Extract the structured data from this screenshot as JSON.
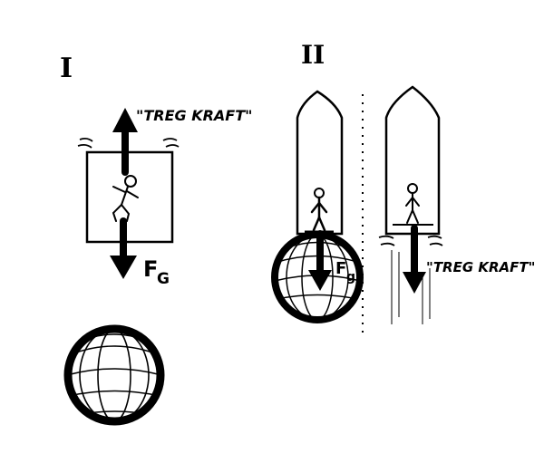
{
  "panel_1": {
    "label": "I",
    "upper_arrow_label": "\"TREG KRAFT\"",
    "lower_arrow_label_main": "F",
    "lower_arrow_label_sub": "G"
  },
  "panel_2": {
    "label": "II",
    "left_arrow_label_main": "F",
    "left_arrow_label_sub": "g",
    "right_arrow_label": "\"TREG KRAFT\""
  }
}
